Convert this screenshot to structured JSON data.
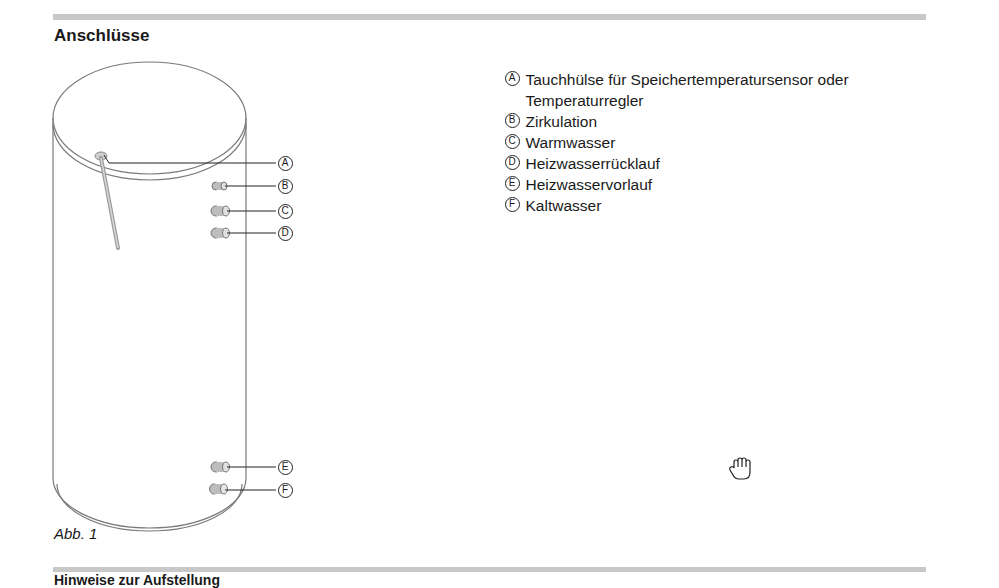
{
  "diagram": {
    "title": "Anschlüsse",
    "caption": "Abb. 1",
    "nodes": [
      {
        "text": [
          "A"
        ]
      },
      {
        "text": [
          "B"
        ]
      },
      {
        "text": [
          "C"
        ]
      },
      {
        "text": [
          "D"
        ]
      },
      {
        "text": [
          "E"
        ]
      },
      {
        "text": [
          "F"
        ]
      },
      {
        "text": [
          "A",
          "Tauchhülse für Speichertemperatursensor oder Temperaturregler"
        ]
      },
      {
        "text": [
          "B",
          "Zirkulation"
        ]
      },
      {
        "text": [
          "C",
          "Warmwasser"
        ]
      },
      {
        "text": [
          "D",
          "Heizwasserrücklauf"
        ]
      },
      {
        "text": [
          "E",
          "Heizwasservorlauf"
        ]
      },
      {
        "text": [
          "F",
          "Kaltwasser"
        ]
      }
    ],
    "labels": [
      "Hinweise zur Aufstellung"
    ]
  }
}
